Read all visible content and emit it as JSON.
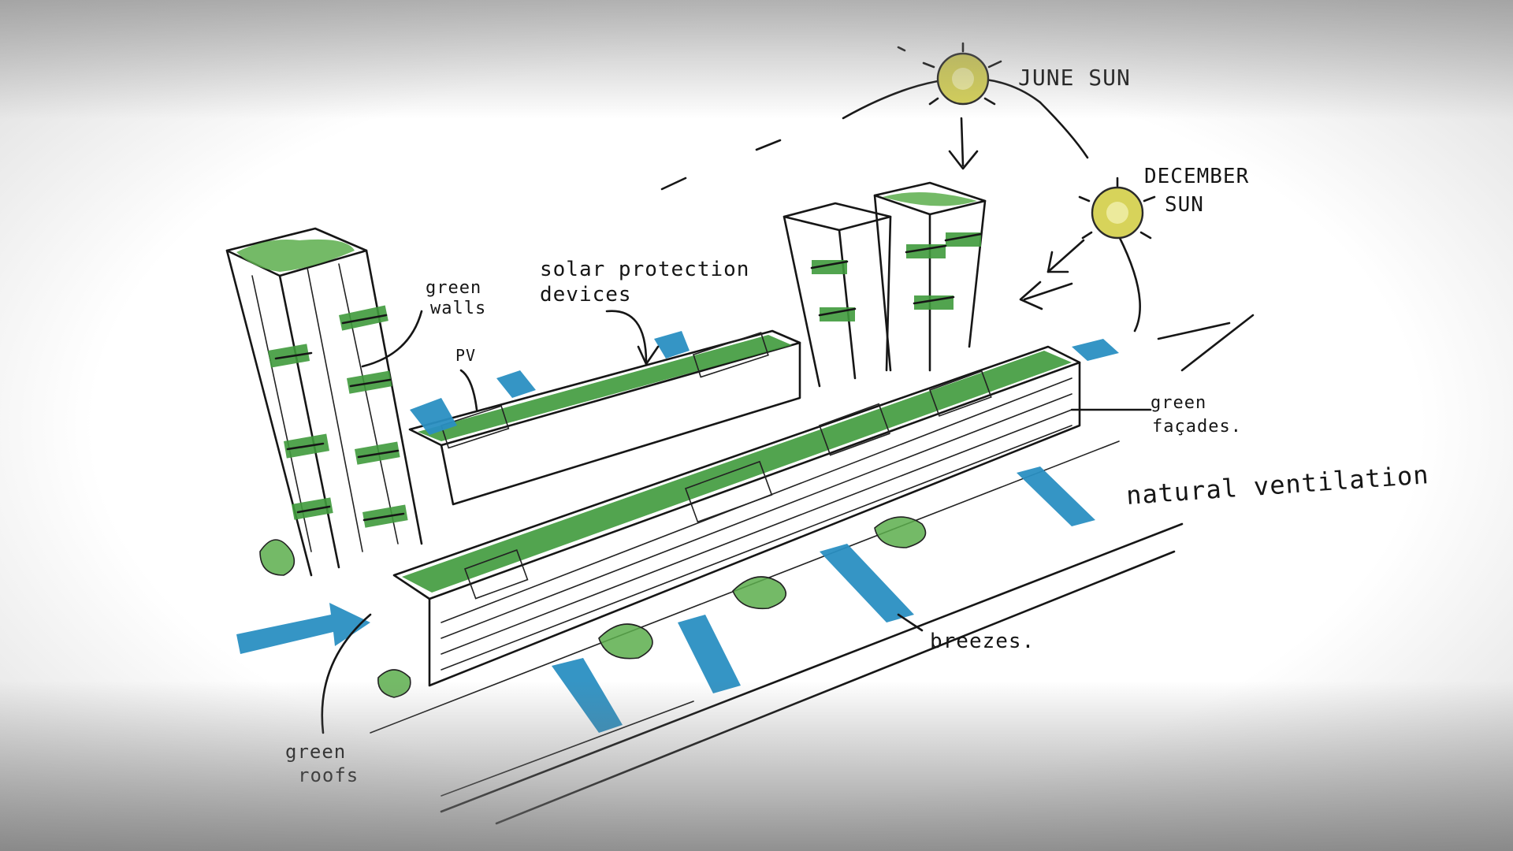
{
  "labels": {
    "june_sun": "JUNE SUN",
    "december_sun_line1": "DECEMBER",
    "december_sun_line2": "SUN",
    "green_walls_line1": "green",
    "green_walls_line2": "walls",
    "solar_protection_line1": "solar protection",
    "solar_protection_line2": "devices",
    "pv": "PV",
    "green_facades_line1": "green",
    "green_facades_line2": "façades.",
    "natural_ventilation": "natural ventilation",
    "breezes": "breezes.",
    "green_roofs_line1": "green",
    "green_roofs_line2": "roofs"
  },
  "colors": {
    "ink": "#161616",
    "vegetation_green": "#3f9a3c",
    "airflow_blue": "#2a8fc2",
    "sun_yellow": "#d7d35a",
    "paper": "#ffffff"
  }
}
